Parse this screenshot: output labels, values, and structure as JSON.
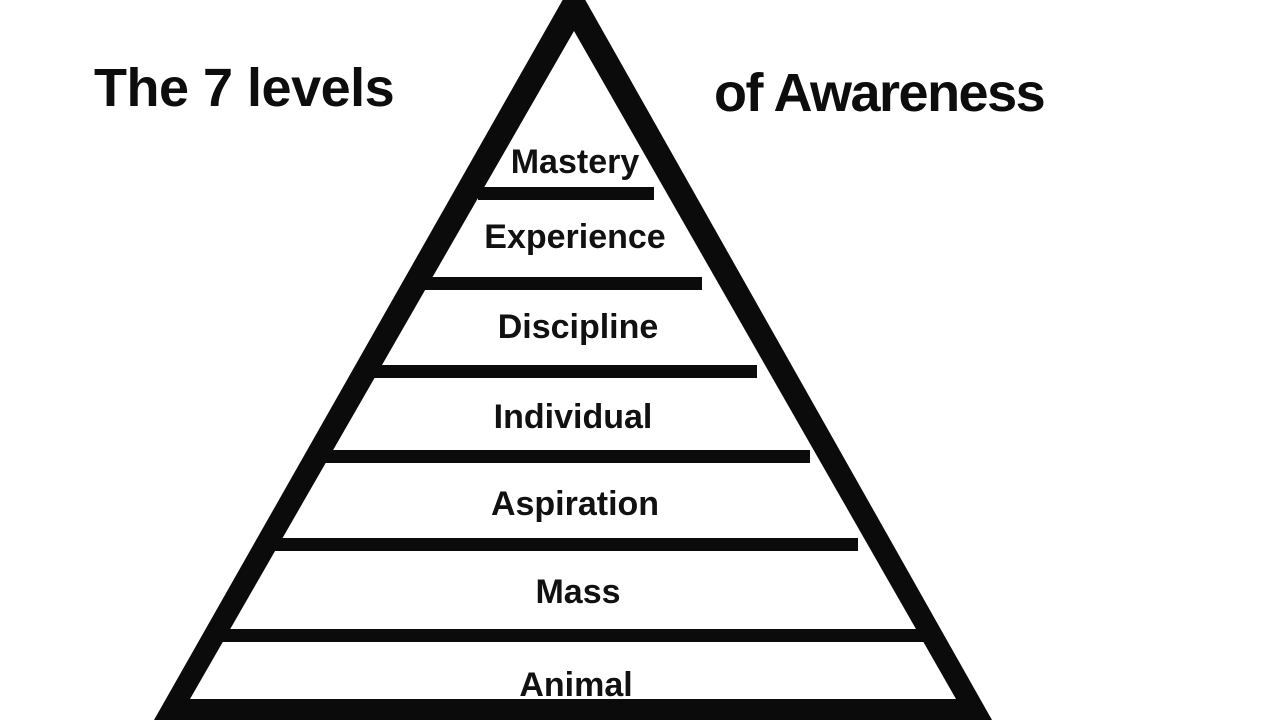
{
  "title": {
    "left": "The 7 levels",
    "right": "of Awareness"
  },
  "pyramid": {
    "levels": [
      {
        "label": "Mastery"
      },
      {
        "label": "Experience"
      },
      {
        "label": "Discipline"
      },
      {
        "label": "Individual"
      },
      {
        "label": "Aspiration"
      },
      {
        "label": "Mass"
      },
      {
        "label": "Animal"
      }
    ]
  },
  "colors": {
    "background": "#ffffff",
    "ink": "#0b0b0b",
    "label_text": "#111111"
  }
}
